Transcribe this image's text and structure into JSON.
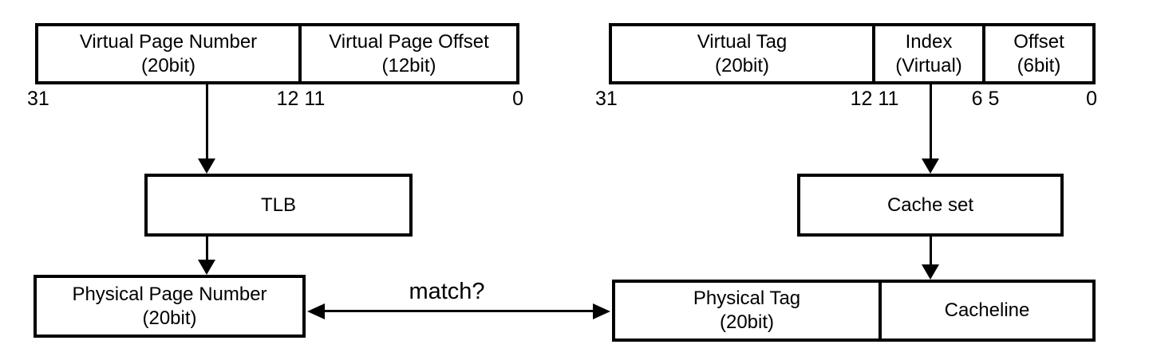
{
  "left_flow": {
    "vpn": {
      "line1": "Virtual Page Number",
      "line2": "(20bit)"
    },
    "vpo": {
      "line1": "Virtual Page Offset",
      "line2": "(12bit)"
    },
    "bits": {
      "b31": "31",
      "b12_11": "12 11",
      "b0": "0"
    },
    "tlb": "TLB",
    "ppn": {
      "line1": "Physical Page Number",
      "line2": "(20bit)"
    }
  },
  "right_flow": {
    "vtag": {
      "line1": "Virtual Tag",
      "line2": "(20bit)"
    },
    "index": {
      "line1": "Index",
      "line2": "(Virtual)"
    },
    "offset": {
      "line1": "Offset",
      "line2": "(6bit)"
    },
    "bits": {
      "b31": "31",
      "b12_11": "12 11",
      "b6_5": "6 5",
      "b0": "0"
    },
    "cache_set": "Cache set",
    "ptag": {
      "line1": "Physical Tag",
      "line2": "(20bit)"
    },
    "cacheline": "Cacheline"
  },
  "match_label": "match?",
  "colors": {
    "line": "#000000",
    "background": "#ffffff",
    "text": "#000000"
  }
}
